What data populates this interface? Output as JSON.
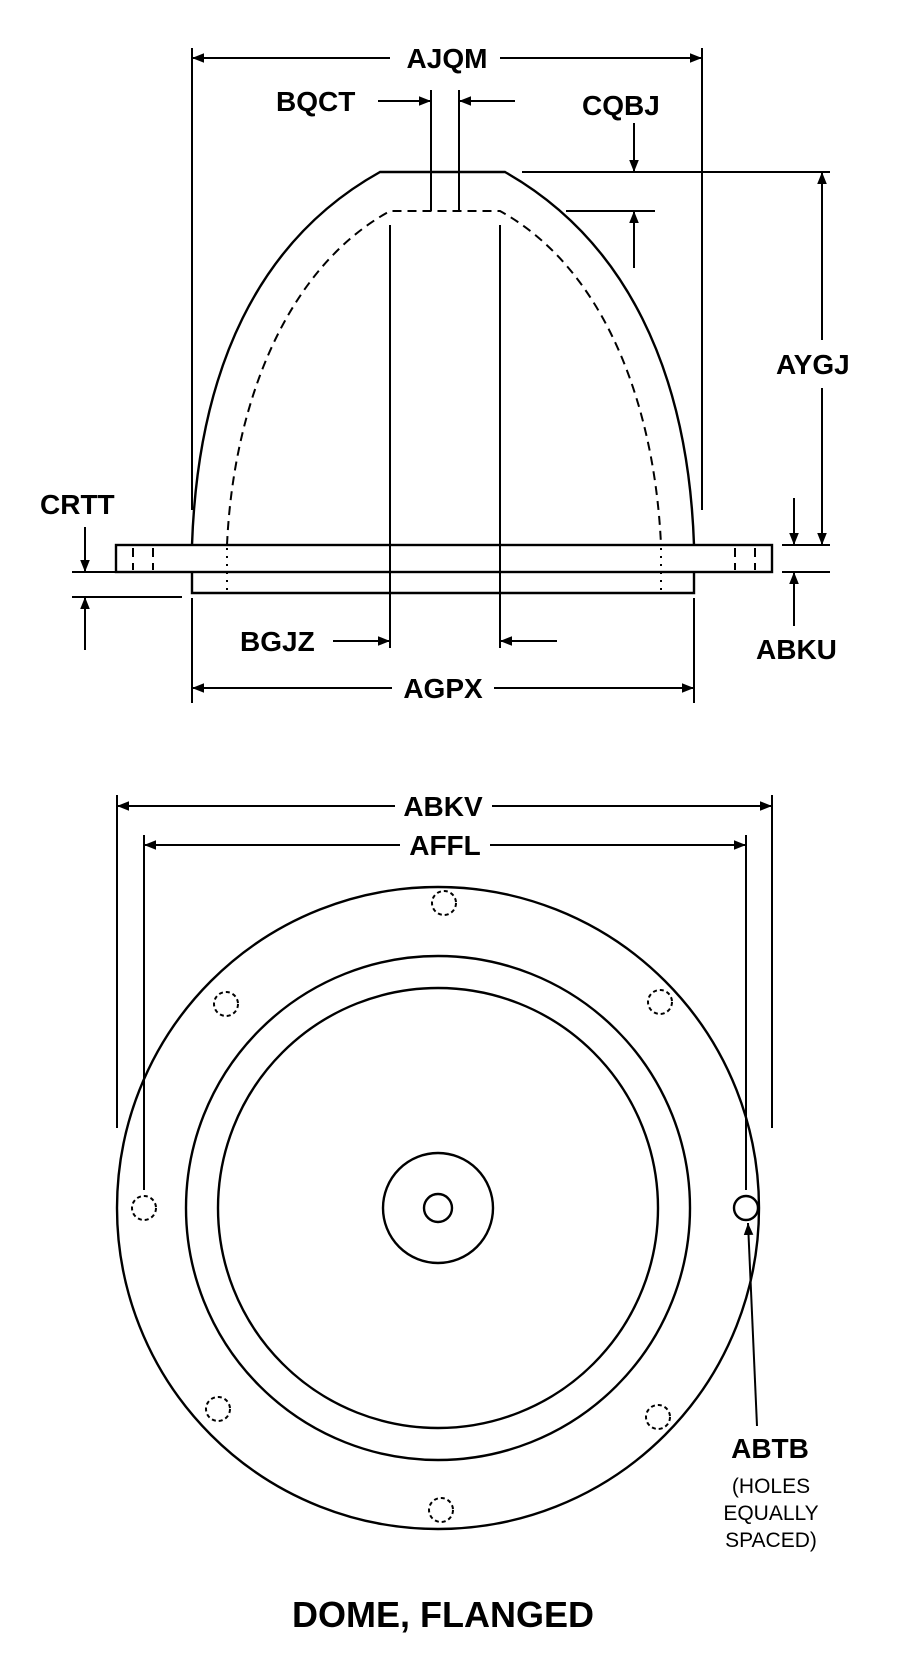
{
  "title": "DOME, FLANGED",
  "labels": {
    "ajqm": "AJQM",
    "bqct": "BQCT",
    "cqbj": "CQBJ",
    "aygj": "AYGJ",
    "crtt": "CRTT",
    "abku": "ABKU",
    "bgjz": "BGJZ",
    "agpx": "AGPX",
    "abkv": "ABKV",
    "affl": "AFFL",
    "abtb": "ABTB"
  },
  "note": {
    "line1": "(HOLES",
    "line2": "EQUALLY",
    "line3": "SPACED)"
  }
}
